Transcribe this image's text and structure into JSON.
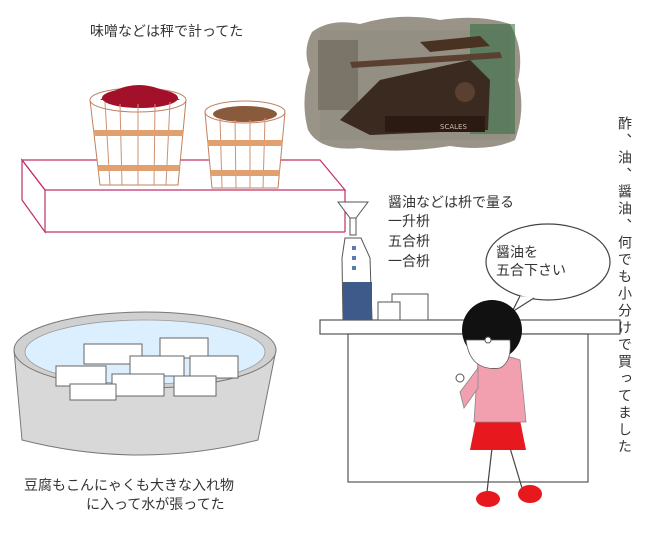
{
  "captions": {
    "scale_caption": "味噌などは秤で計ってた",
    "measure_caption": "醤油などは枡で量る",
    "measure_items": [
      "一升枡",
      "五合枡",
      "一合枡"
    ],
    "tofu_line1": "豆腐もこんにゃくも大きな入れ物",
    "tofu_line2": "に入って水が張ってた",
    "vertical_caption": "酢、油、醤油、何でも小分けで買ってました"
  },
  "speech_bubble": {
    "line1": "醤油を",
    "line2": "五合下さい"
  },
  "photo_label": "SCALES",
  "colors": {
    "miso_red": "#a3102a",
    "miso_brown": "#8a5a3c",
    "barrel_band": "#e0a070",
    "shoyu_blue": "#3d5a8a",
    "girl_shirt": "#f2a0b0",
    "girl_skirt": "#e8191e",
    "girl_shoes": "#e8191e",
    "shelf_line": "#c0306a",
    "water": "#dcefff"
  }
}
